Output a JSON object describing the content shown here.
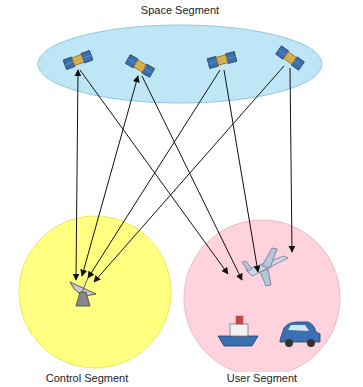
{
  "diagram": {
    "nodes": [
      {
        "text": [
          "Space Segment"
        ]
      },
      {
        "text": [
          "Control Segment"
        ]
      },
      {
        "text": [
          "User Segment"
        ]
      }
    ],
    "edges": [
      {
        "from": 0,
        "to": 1,
        "arrow": "both"
      },
      {
        "from": 0,
        "to": 2,
        "arrow": "to"
      },
      {
        "from": 0,
        "to": 1,
        "arrow": "both"
      },
      {
        "from": 0,
        "to": 2,
        "arrow": "to"
      },
      {
        "from": 0,
        "to": 1,
        "arrow": "to"
      },
      {
        "from": 0,
        "to": 2,
        "arrow": "to"
      },
      {
        "from": 0,
        "to": 1,
        "arrow": "to"
      },
      {
        "from": 0,
        "to": 2,
        "arrow": "to"
      }
    ]
  }
}
